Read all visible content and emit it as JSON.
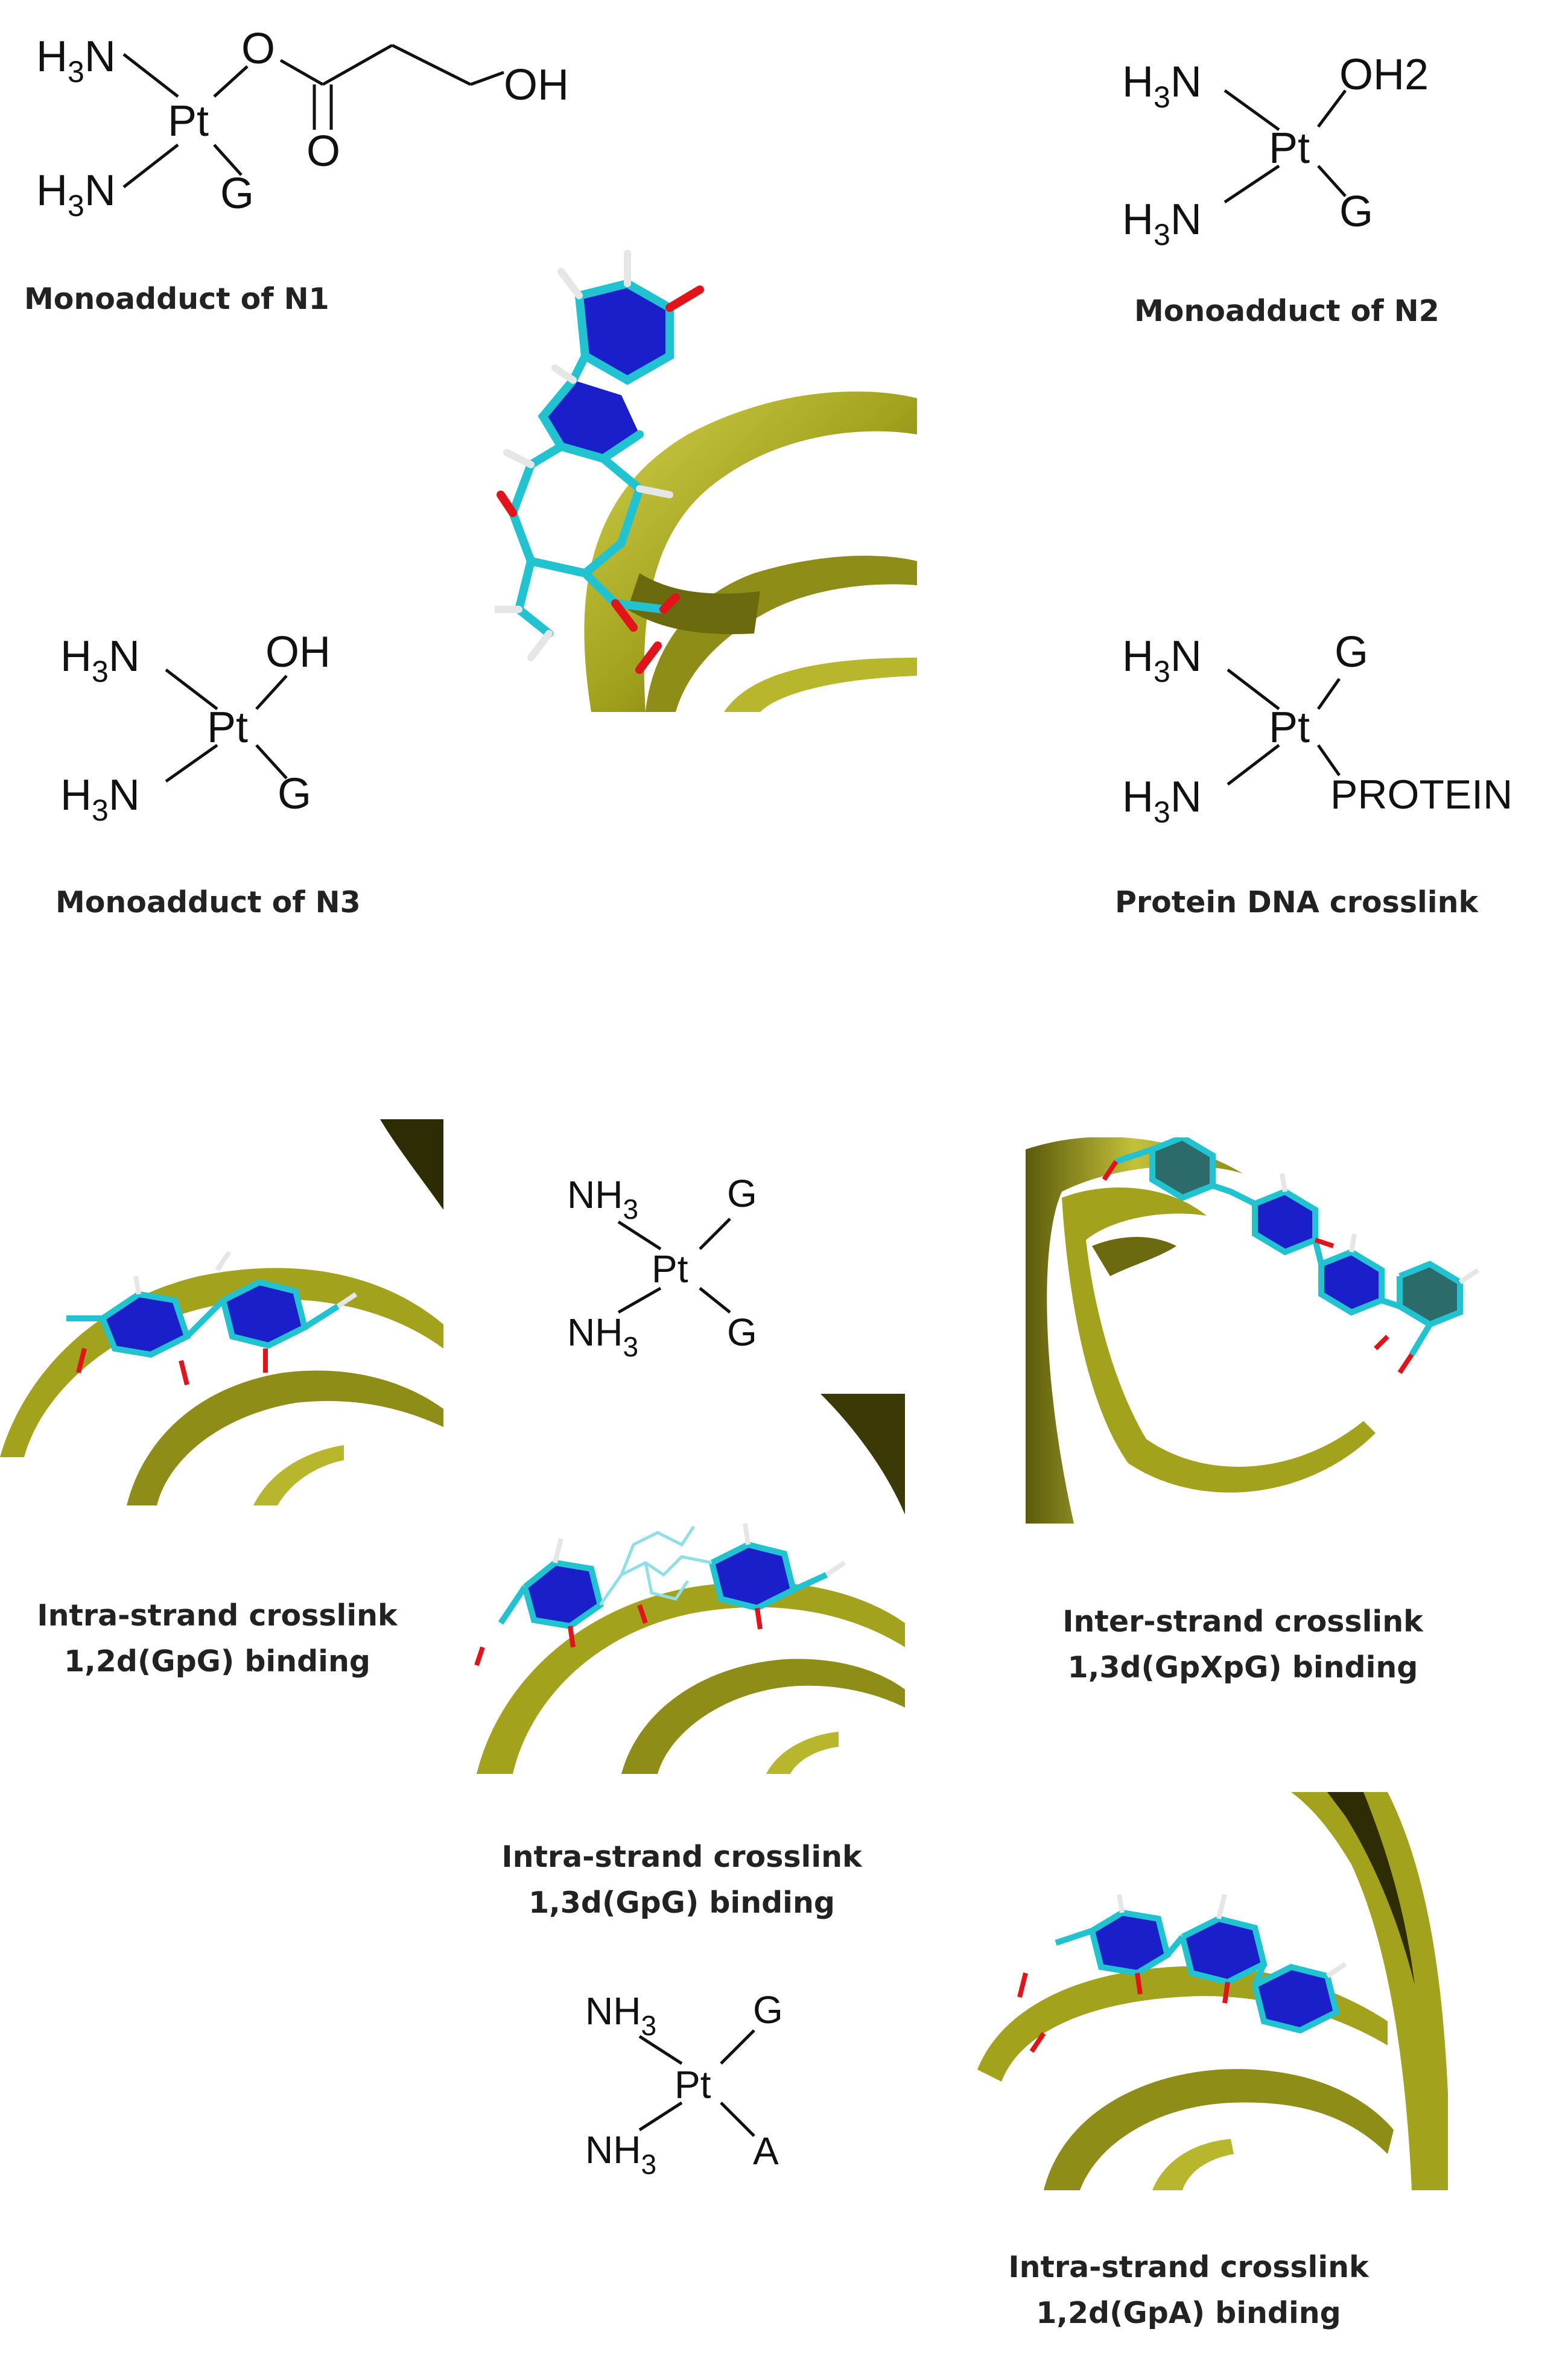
{
  "structures": {
    "n1": {
      "h3n_top": {
        "base": "H",
        "sub": "3",
        "rest": "N"
      },
      "h3n_bottom": {
        "base": "H",
        "sub": "3",
        "rest": "N"
      },
      "pt": "Pt",
      "o_ester": "O",
      "o_carbonyl": "O",
      "oh": "OH",
      "g": "G"
    },
    "n2": {
      "h3n_top": {
        "base": "H",
        "sub": "3",
        "rest": "N"
      },
      "h3n_bottom": {
        "base": "H",
        "sub": "3",
        "rest": "N"
      },
      "pt": "Pt",
      "ligand_top": "OH2",
      "g": "G"
    },
    "n3": {
      "h3n_top": {
        "base": "H",
        "sub": "3",
        "rest": "N"
      },
      "h3n_bottom": {
        "base": "H",
        "sub": "3",
        "rest": "N"
      },
      "pt": "Pt",
      "ligand_top": "OH",
      "g": "G"
    },
    "protein": {
      "h3n_top": {
        "base": "H",
        "sub": "3",
        "rest": "N"
      },
      "h3n_bottom": {
        "base": "H",
        "sub": "3",
        "rest": "N"
      },
      "pt": "Pt",
      "g": "G",
      "protein": "PROTEIN"
    },
    "gpg": {
      "nh3_top": {
        "base": "NH",
        "sub": "3"
      },
      "nh3_bottom": {
        "base": "NH",
        "sub": "3"
      },
      "pt": "Pt",
      "g_top": "G",
      "g_bottom": "G"
    },
    "gpa": {
      "nh3_top": {
        "base": "NH",
        "sub": "3"
      },
      "nh3_bottom": {
        "base": "NH",
        "sub": "3"
      },
      "pt": "Pt",
      "g": "G",
      "a": "A"
    }
  },
  "captions": {
    "n1": [
      "Monoadduct of N1"
    ],
    "n2": [
      "Monoadduct of N2"
    ],
    "n3": [
      "Monoadduct of N3"
    ],
    "protein": [
      "Protein DNA crosslink"
    ],
    "gpg_12": [
      "Intra-strand crosslink",
      "1,2d(GpG) binding"
    ],
    "gpxpg_13": [
      "Inter-strand crosslink",
      "1,3d(GpXpG) binding"
    ],
    "gpg_13": [
      "Intra-strand crosslink",
      "1,3d(GpG) binding"
    ],
    "gpa_12": [
      "Intra-strand crosslink",
      "1,2d(GpA) binding"
    ]
  },
  "colors": {
    "ribbon": "#a3a21d",
    "ribbon_light": "#d2d14e",
    "ribbon_dark": "#5b5a0b",
    "base_ring": "#1a1fc9",
    "stick_cyan": "#22c3d0",
    "oxygen": "#e0141a",
    "hydrogen": "#e6e6e6"
  }
}
